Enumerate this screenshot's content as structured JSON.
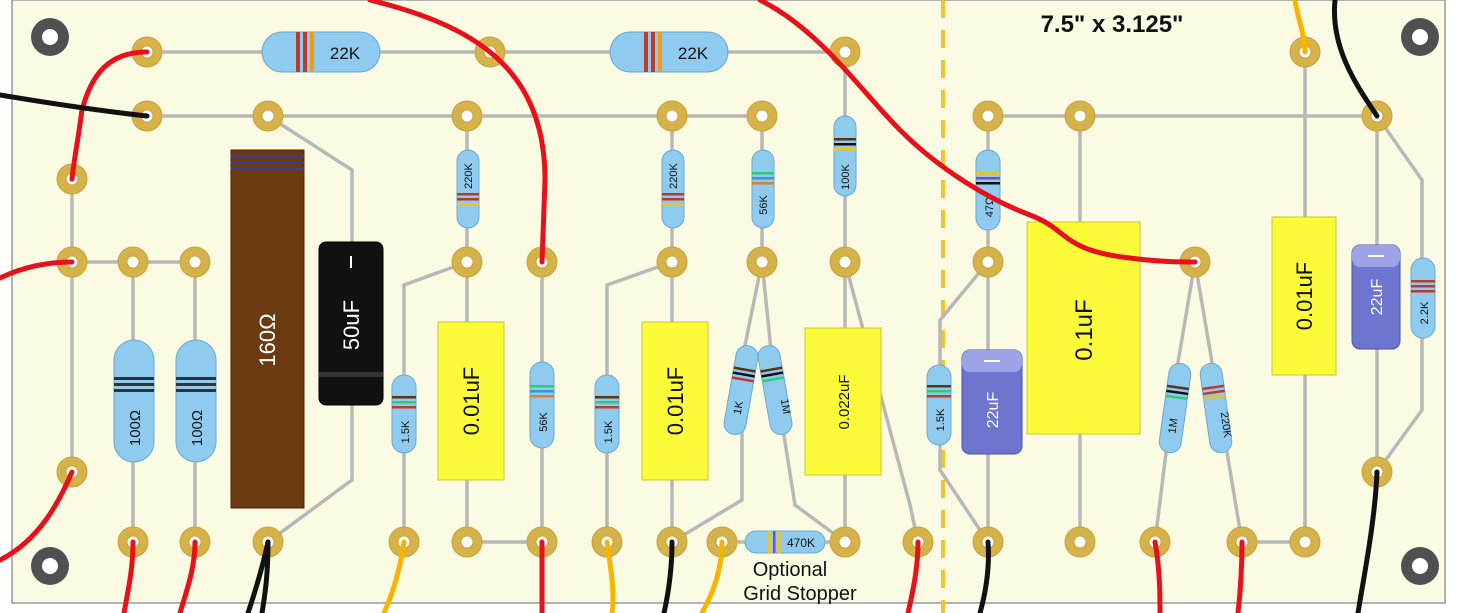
{
  "board": {
    "dimensions_label": "7.5\" x 3.125\"",
    "note_line1": "Optional",
    "note_line2": "Grid Stopper"
  },
  "colors": {
    "board": "#fbfbe3",
    "pad": "#d6b34a",
    "wire_red": "#e8101b",
    "wire_black": "#111111",
    "wire_yellow": "#f7b500",
    "lead": "#b8b8b8",
    "resistor": "#8ecbee",
    "film_cap": "#fbfb3a",
    "electrolytic_black": "#111111",
    "electrolytic_blue": "#6f74cf",
    "power_resistor": "#6b3a10",
    "divider": "#f2c230"
  },
  "components": {
    "r_top1": "22K",
    "r_top2": "22K",
    "r_100a": "100Ω",
    "r_100b": "100Ω",
    "r_160": "160Ω",
    "c_50": "50uF",
    "r_220k_1": "220K",
    "r_1k5_1": "1.5K",
    "c_001_1": "0.01uF",
    "r_56k_1": "56K",
    "r_220k_2": "220K",
    "r_1k5_2": "1.5K",
    "c_001_2": "0.01uF",
    "r_56k_2": "56K",
    "r_1k": "1K",
    "r_1m_1": "1M",
    "r_100k": "100K",
    "c_0022": "0.022uF",
    "r_470k": "470K",
    "r_47": "47Ω",
    "r_1k5_3": "1.5K",
    "c_22_1": "22uF",
    "c_01": "0.1uF",
    "r_1m_2": "1M",
    "r_220k_3": "220K",
    "c_001_3": "0.01uF",
    "c_22_2": "22uF",
    "r_2k2": "2.2K"
  }
}
